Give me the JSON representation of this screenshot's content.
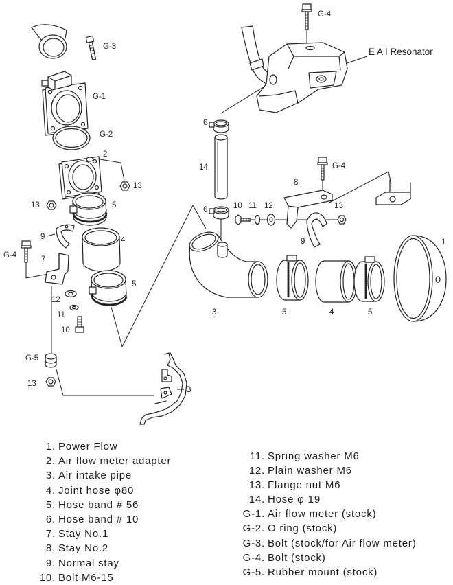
{
  "diagram": {
    "resonator_label": "E A I Resonator",
    "callouts": {
      "resonator_bolt": "G-4",
      "meter_bolt": "G-3",
      "air_flow_meter": "G-1",
      "o_ring": "G-2",
      "adapter": "2",
      "adapter_nut": "13",
      "stay_nut_left": "13",
      "hose_band_upper_left": "5",
      "normal_stay_left": "9",
      "joint_hose_left": "4",
      "stay_bolt_left": "G-4",
      "stay_no1": "7",
      "hose_band_lower_left": "5",
      "plain_washer_left": "12",
      "spring_washer_left": "11",
      "bolt_left": "10",
      "rubber_mount": "G-5",
      "mount_nut": "13",
      "body_panel": "B",
      "hose_band_upper": "6",
      "hose_19": "14",
      "stay_bolt_right": "G-4",
      "stay_no2": "8",
      "bolt_right": "10",
      "spring_washer_right": "11",
      "plain_washer_right": "12",
      "flange_nut_right": "13",
      "hose_band_lower": "6",
      "normal_stay_right": "9",
      "power_flow": "1",
      "air_intake_pipe": "3",
      "hose_band_pipe": "5",
      "joint_hose_right": "4",
      "hose_band_filter": "5"
    }
  },
  "parts_list": {
    "column_1": [
      {
        "number": "1.",
        "name": "Power Flow"
      },
      {
        "number": "2.",
        "name": "Air flow meter adapter"
      },
      {
        "number": "3.",
        "name": "Air intake pipe"
      },
      {
        "number": "4.",
        "name": "Joint hose φ80"
      },
      {
        "number": "5.",
        "name": "Hose band # 56"
      },
      {
        "number": "6.",
        "name": "Hose band # 10"
      },
      {
        "number": "7.",
        "name": "Stay No.1"
      },
      {
        "number": "8.",
        "name": "Stay No.2"
      },
      {
        "number": "9.",
        "name": "Normal stay"
      },
      {
        "number": "10.",
        "name": "Bolt M6-15"
      }
    ],
    "column_2": [
      {
        "number": "11.",
        "name": "Spring washer M6"
      },
      {
        "number": "12.",
        "name": "Plain washer M6"
      },
      {
        "number": "13.",
        "name": "Flange nut M6"
      },
      {
        "number": "14.",
        "name": "Hose φ 19"
      },
      {
        "number": "G-1.",
        "name": "Air flow meter (stock)"
      },
      {
        "number": "G-2.",
        "name": "O ring (stock)"
      },
      {
        "number": "G-3.",
        "name": "Bolt (stock/for Air flow meter)"
      },
      {
        "number": "G-4.",
        "name": "Bolt (stock)"
      },
      {
        "number": "G-5.",
        "name": "Rubber mount (stock)"
      }
    ]
  }
}
